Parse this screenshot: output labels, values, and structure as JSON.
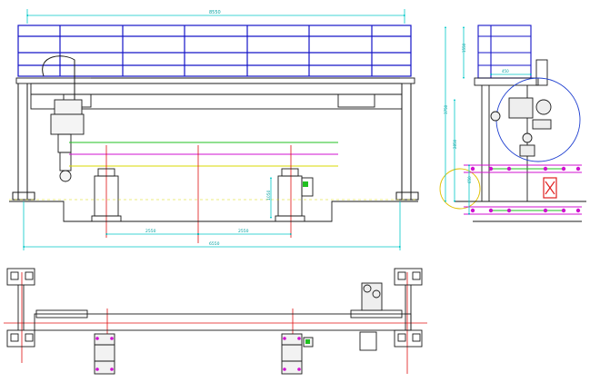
{
  "drawing": {
    "colors": {
      "structure": "#1a1a1a",
      "rail": "#1515c8",
      "dimension": "#00c8c8",
      "centerline": "#e01010",
      "path_yellow": "#d8d800",
      "path_magenta": "#d010d0",
      "path_green": "#20c020",
      "accent_red": "#e02020",
      "arc_blue": "#2040d0",
      "arc_yellow": "#e0c000"
    },
    "front_view": {
      "overall_width_label": "8550",
      "bottom_overall_label": "6550",
      "station_spacing_left": "2550",
      "station_spacing_right": "2550",
      "station_height_label": "1050"
    },
    "side_view": {
      "top_height_label": "1550",
      "mid_height_label": "3750",
      "lower_height_label": "2850",
      "base_height_label": "650",
      "cabinet_width_label": "450"
    }
  }
}
